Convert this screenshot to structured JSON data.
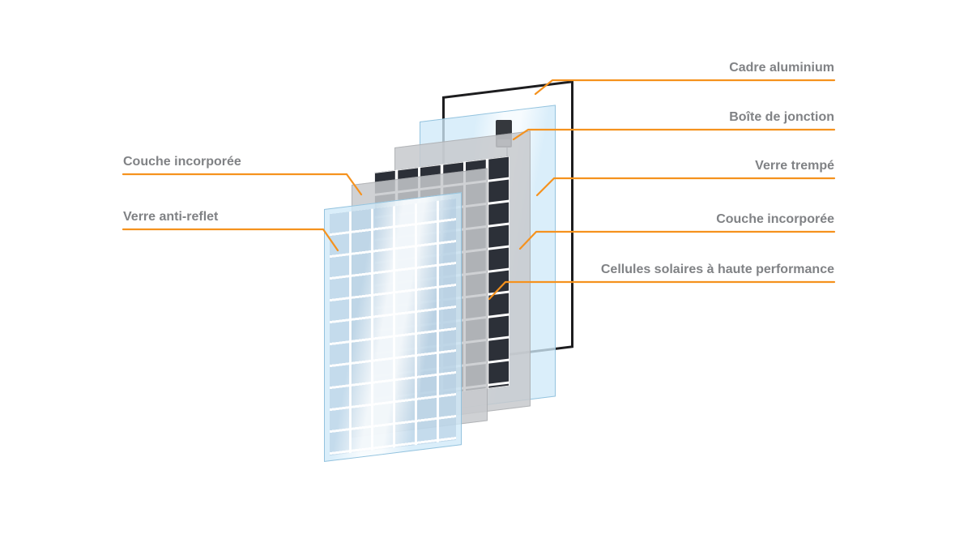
{
  "colors": {
    "background": "#ffffff",
    "accent": "#F5921E",
    "label": "#808285",
    "glass": "#cfe9f8",
    "glass-border": "#94c3de",
    "encapsulant": "#c7c9cc",
    "cells": "#2c3038",
    "frame": "#1d1d1f",
    "junction-box": "#35383d",
    "wire": "#9aa0a6"
  },
  "labels": {
    "left": [
      {
        "id": "couche-incorporee-front",
        "text": "Couche incorporée"
      },
      {
        "id": "verre-anti-reflet",
        "text": "Verre anti-reflet"
      }
    ],
    "right": [
      {
        "id": "cadre-aluminium",
        "text": "Cadre aluminium"
      },
      {
        "id": "boite-de-jonction",
        "text": "Boîte de jonction"
      },
      {
        "id": "verre-trempe",
        "text": "Verre trempé"
      },
      {
        "id": "couche-incorporee-back",
        "text": "Couche incorporée"
      },
      {
        "id": "cellules-solaires",
        "text": "Cellules solaires à haute performance"
      }
    ]
  }
}
